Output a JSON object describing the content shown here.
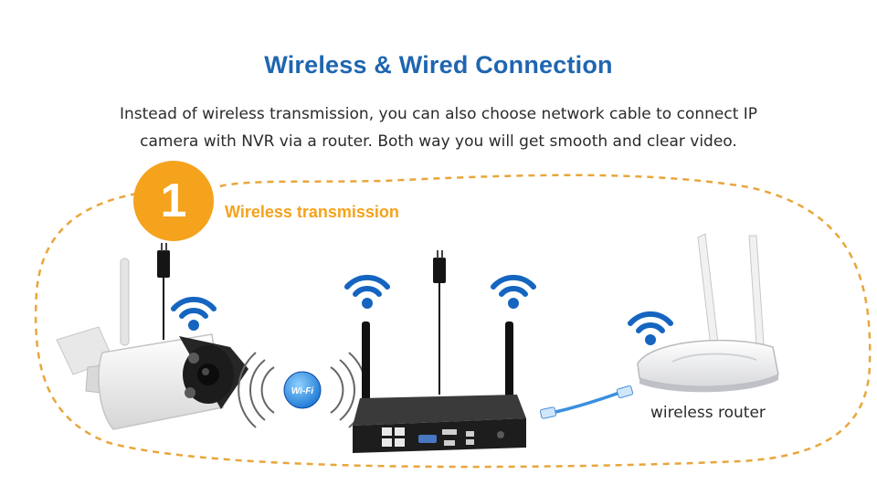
{
  "header": {
    "title": "Wireless & Wired Connection",
    "description_line1": "Instead of wireless transmission, you can also choose network cable to connect IP",
    "description_line2": "camera with NVR via a router. Both way you will get smooth and clear video."
  },
  "section": {
    "number": "1",
    "label": "Wireless transmission"
  },
  "devices": {
    "wifi_badge": "Wi-Fi",
    "router_label": "wireless router"
  },
  "colors": {
    "title_blue": "#1e66b0",
    "wifi_blue": "#1565c0",
    "accent_orange": "#f5a21c",
    "cable_blue": "#3a8fe0"
  }
}
